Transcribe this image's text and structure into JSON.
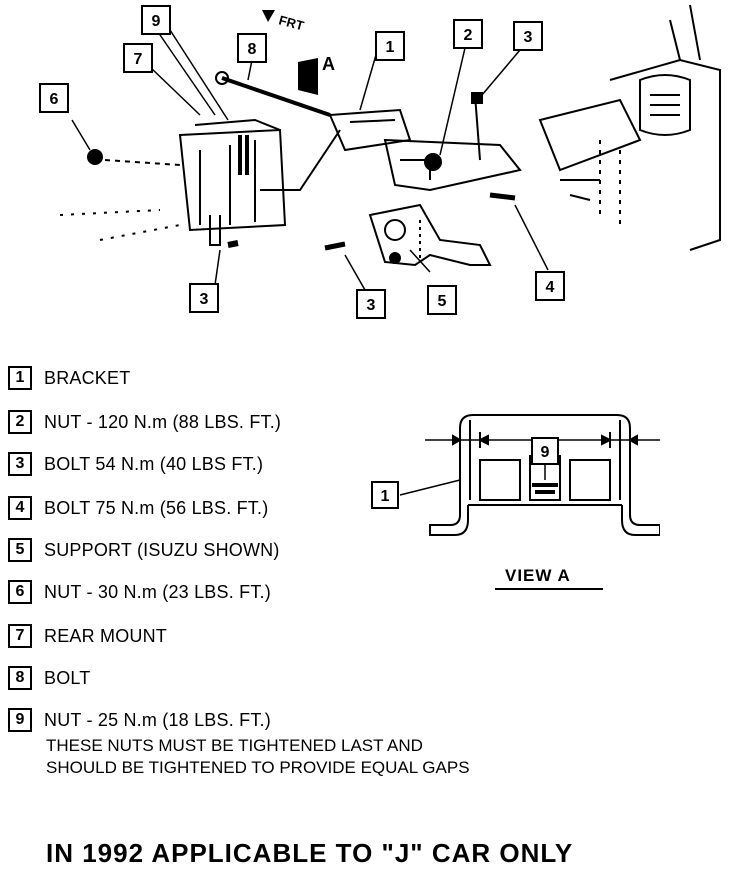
{
  "callouts": {
    "c1": "1",
    "c2": "2",
    "c3": "3",
    "c3b": "3",
    "c4": "4",
    "c5": "5",
    "c6": "6",
    "c7": "7",
    "c8": "8",
    "c9": "9"
  },
  "direction_label": "FRT",
  "view_marker": "A",
  "legend": [
    {
      "num": "1",
      "text": "BRACKET"
    },
    {
      "num": "2",
      "text": "NUT - 120 N.m (88 LBS. FT.)"
    },
    {
      "num": "3",
      "text": "BOLT 54 N.m (40 LBS FT.)"
    },
    {
      "num": "4",
      "text": "BOLT 75 N.m (56 LBS. FT.)"
    },
    {
      "num": "5",
      "text": "SUPPORT (ISUZU SHOWN)"
    },
    {
      "num": "6",
      "text": "NUT - 30 N.m (23 LBS. FT.)"
    },
    {
      "num": "7",
      "text": "REAR MOUNT"
    },
    {
      "num": "8",
      "text": "BOLT"
    },
    {
      "num": "9",
      "text": "NUT - 25 N.m (18 LBS. FT.)"
    }
  ],
  "note_line1": "THESE NUTS MUST BE TIGHTENED LAST AND",
  "note_line2": "SHOULD BE TIGHTENED TO PROVIDE EQUAL GAPS",
  "view_a": {
    "title": "VIEW A",
    "callout_1": "1",
    "callout_9": "9"
  },
  "footer": "IN 1992 APPLICABLE TO \"J\" CAR ONLY"
}
